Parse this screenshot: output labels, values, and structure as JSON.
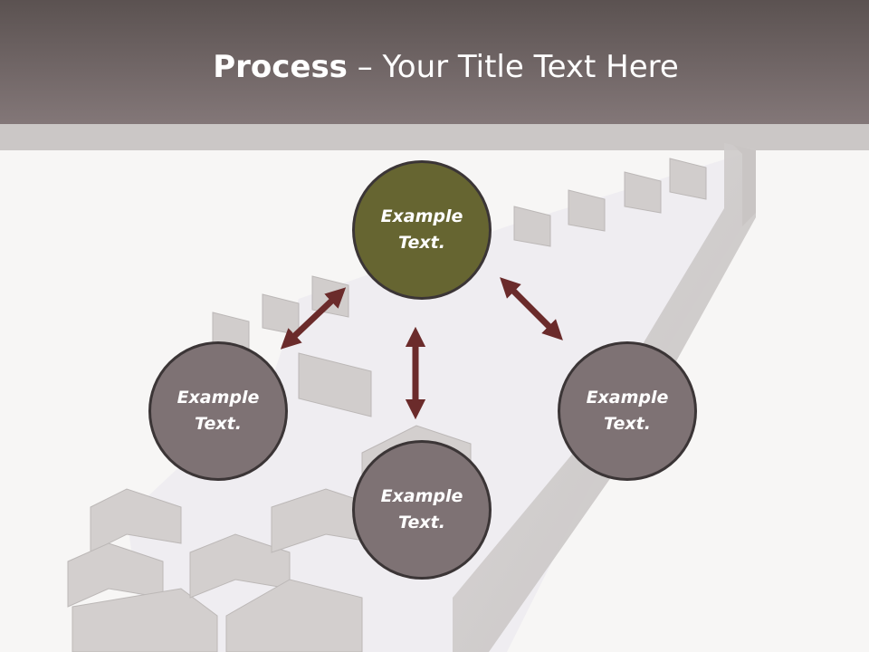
{
  "header": {
    "title_bold": "Process",
    "title_rest": " – Your Title Text Here"
  },
  "nodes": {
    "top": "Example Text.",
    "left": "Example Text.",
    "right": "Example Text.",
    "bottom": "Example Text."
  },
  "colors": {
    "header": "#6f6566",
    "node_accent": "#666531",
    "node_default": "#7e7274",
    "arrow": "#6b2b2b"
  }
}
